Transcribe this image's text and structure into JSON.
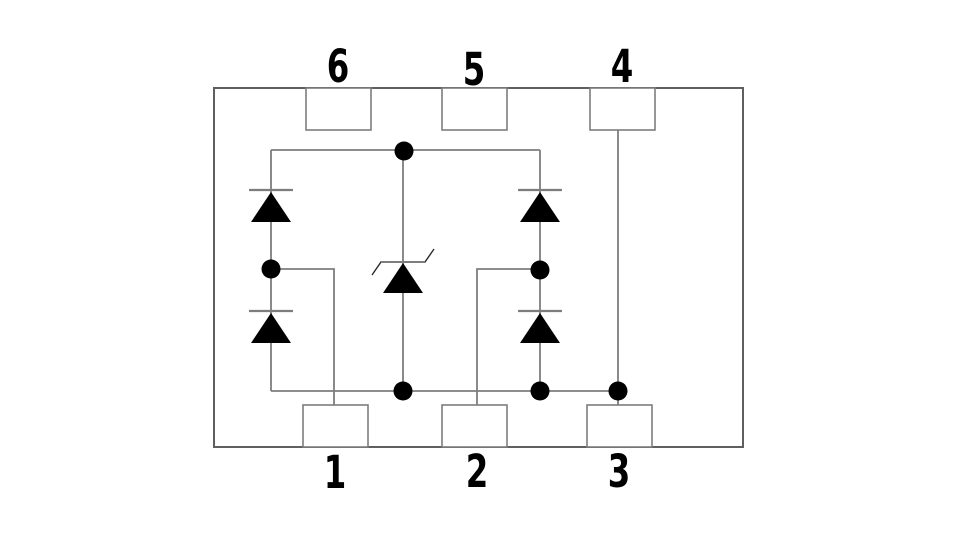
{
  "diagram": {
    "type": "schematic",
    "description": "Internal circuit diagram of a 6-pin TVS / steering diode array package",
    "pins": {
      "top": [
        {
          "label": "6"
        },
        {
          "label": "5"
        },
        {
          "label": "4"
        }
      ],
      "bottom": [
        {
          "label": "1"
        },
        {
          "label": "2"
        },
        {
          "label": "3"
        }
      ]
    },
    "components": [
      {
        "name": "steering-diode-left-upper",
        "type": "diode",
        "orientation": "up"
      },
      {
        "name": "steering-diode-left-lower",
        "type": "diode",
        "orientation": "up"
      },
      {
        "name": "zener-diode-center",
        "type": "zener",
        "orientation": "up"
      },
      {
        "name": "steering-diode-right-upper",
        "type": "diode",
        "orientation": "up"
      },
      {
        "name": "steering-diode-right-lower",
        "type": "diode",
        "orientation": "up"
      }
    ],
    "junction_dots": 6,
    "colors": {
      "background": "#ffffff",
      "wire": "#7d7d7d",
      "outline": "#5f5f5f",
      "component": "#000000",
      "label": "#000000"
    }
  }
}
